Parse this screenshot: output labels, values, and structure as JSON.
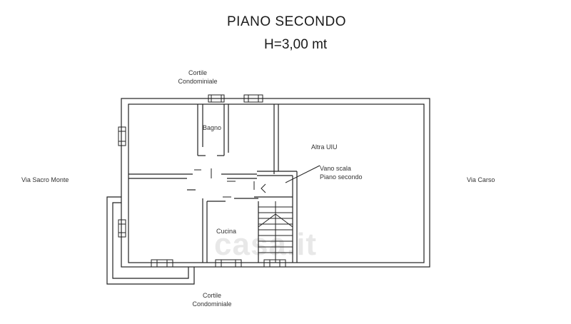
{
  "title": "PIANO SECONDO",
  "subtitle": "H=3,00 mt",
  "labels": {
    "top_courtyard_line1": "Cortile",
    "top_courtyard_line2": "Condominiale",
    "bottom_courtyard_line1": "Cortile",
    "bottom_courtyard_line2": "Condominiale",
    "street_left": "Via Sacro Monte",
    "street_right": "Via Carso",
    "room_bathroom": "Bagno",
    "room_kitchen": "Cucina",
    "other_unit": "Altra UIU",
    "stair_line1": "Vano scala",
    "stair_line2": "Piano secondo"
  },
  "watermark": "casa.it"
}
